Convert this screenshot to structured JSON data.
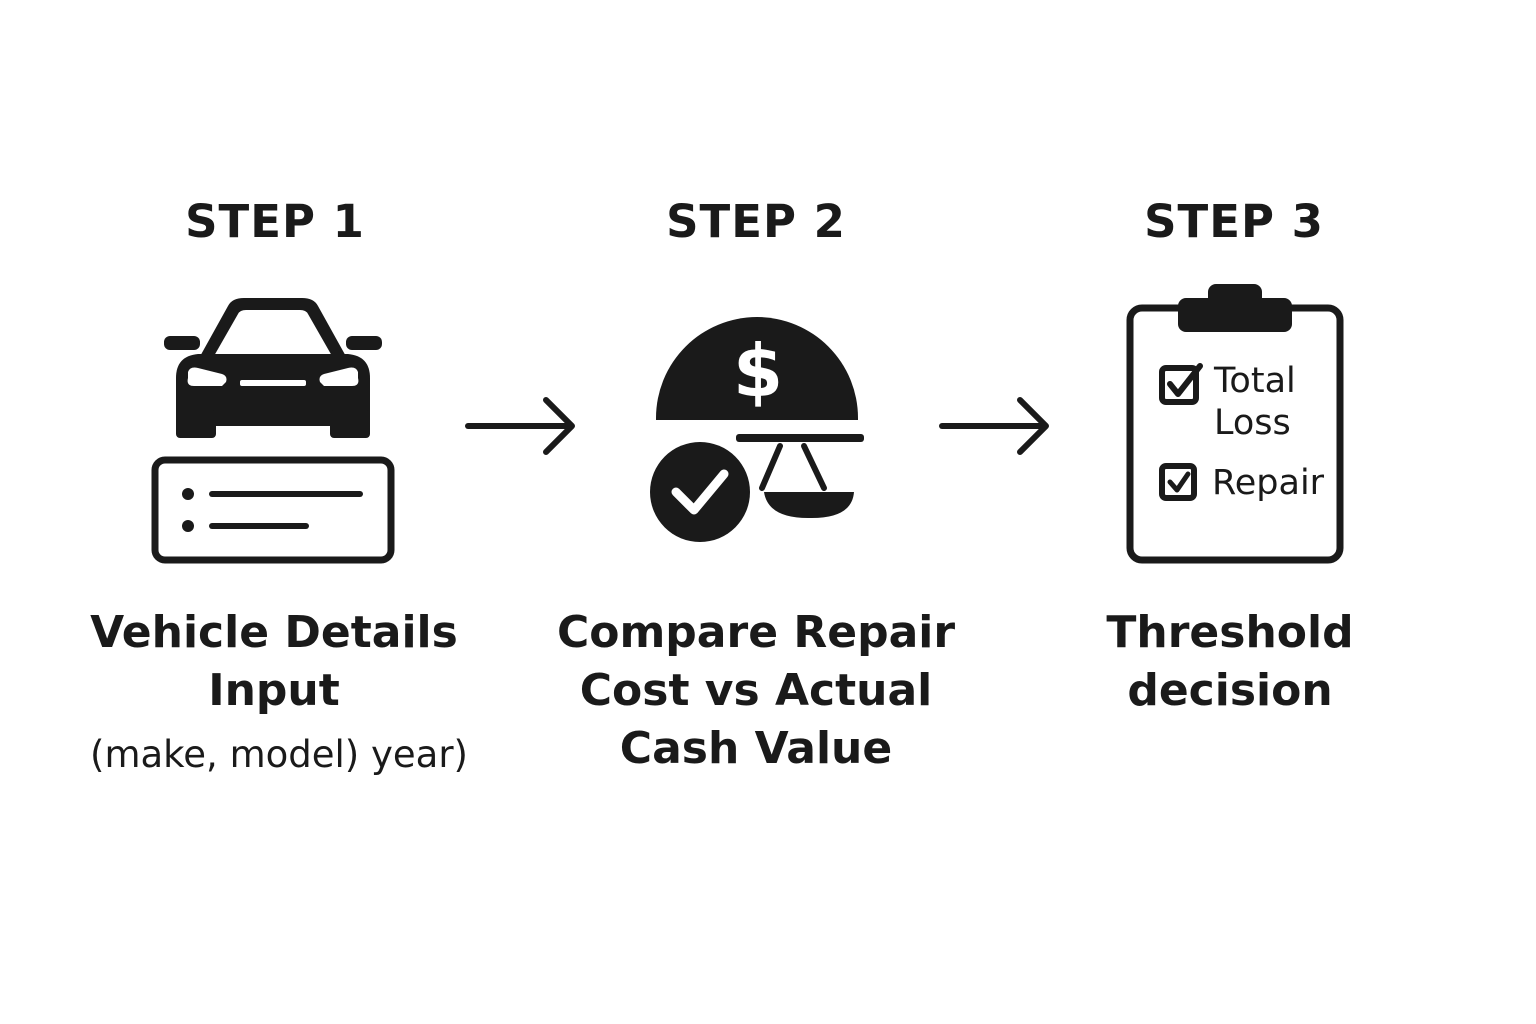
{
  "steps": [
    {
      "label": "STEP 1",
      "icon": "car-with-form-icon",
      "title": "Vehicle Details Input",
      "subtitle": "(make, model) year)"
    },
    {
      "label": "STEP 2",
      "icon": "dollar-scale-check-icon",
      "title": "Compare Repair Cost vs Actual Cash Value"
    },
    {
      "label": "STEP 3",
      "icon": "clipboard-checklist-icon",
      "title": "Threshold decision",
      "checklist": [
        "Total Loss",
        "Repair"
      ]
    }
  ],
  "colors": {
    "ink": "#1a1a1a",
    "background": "#ffffff"
  }
}
